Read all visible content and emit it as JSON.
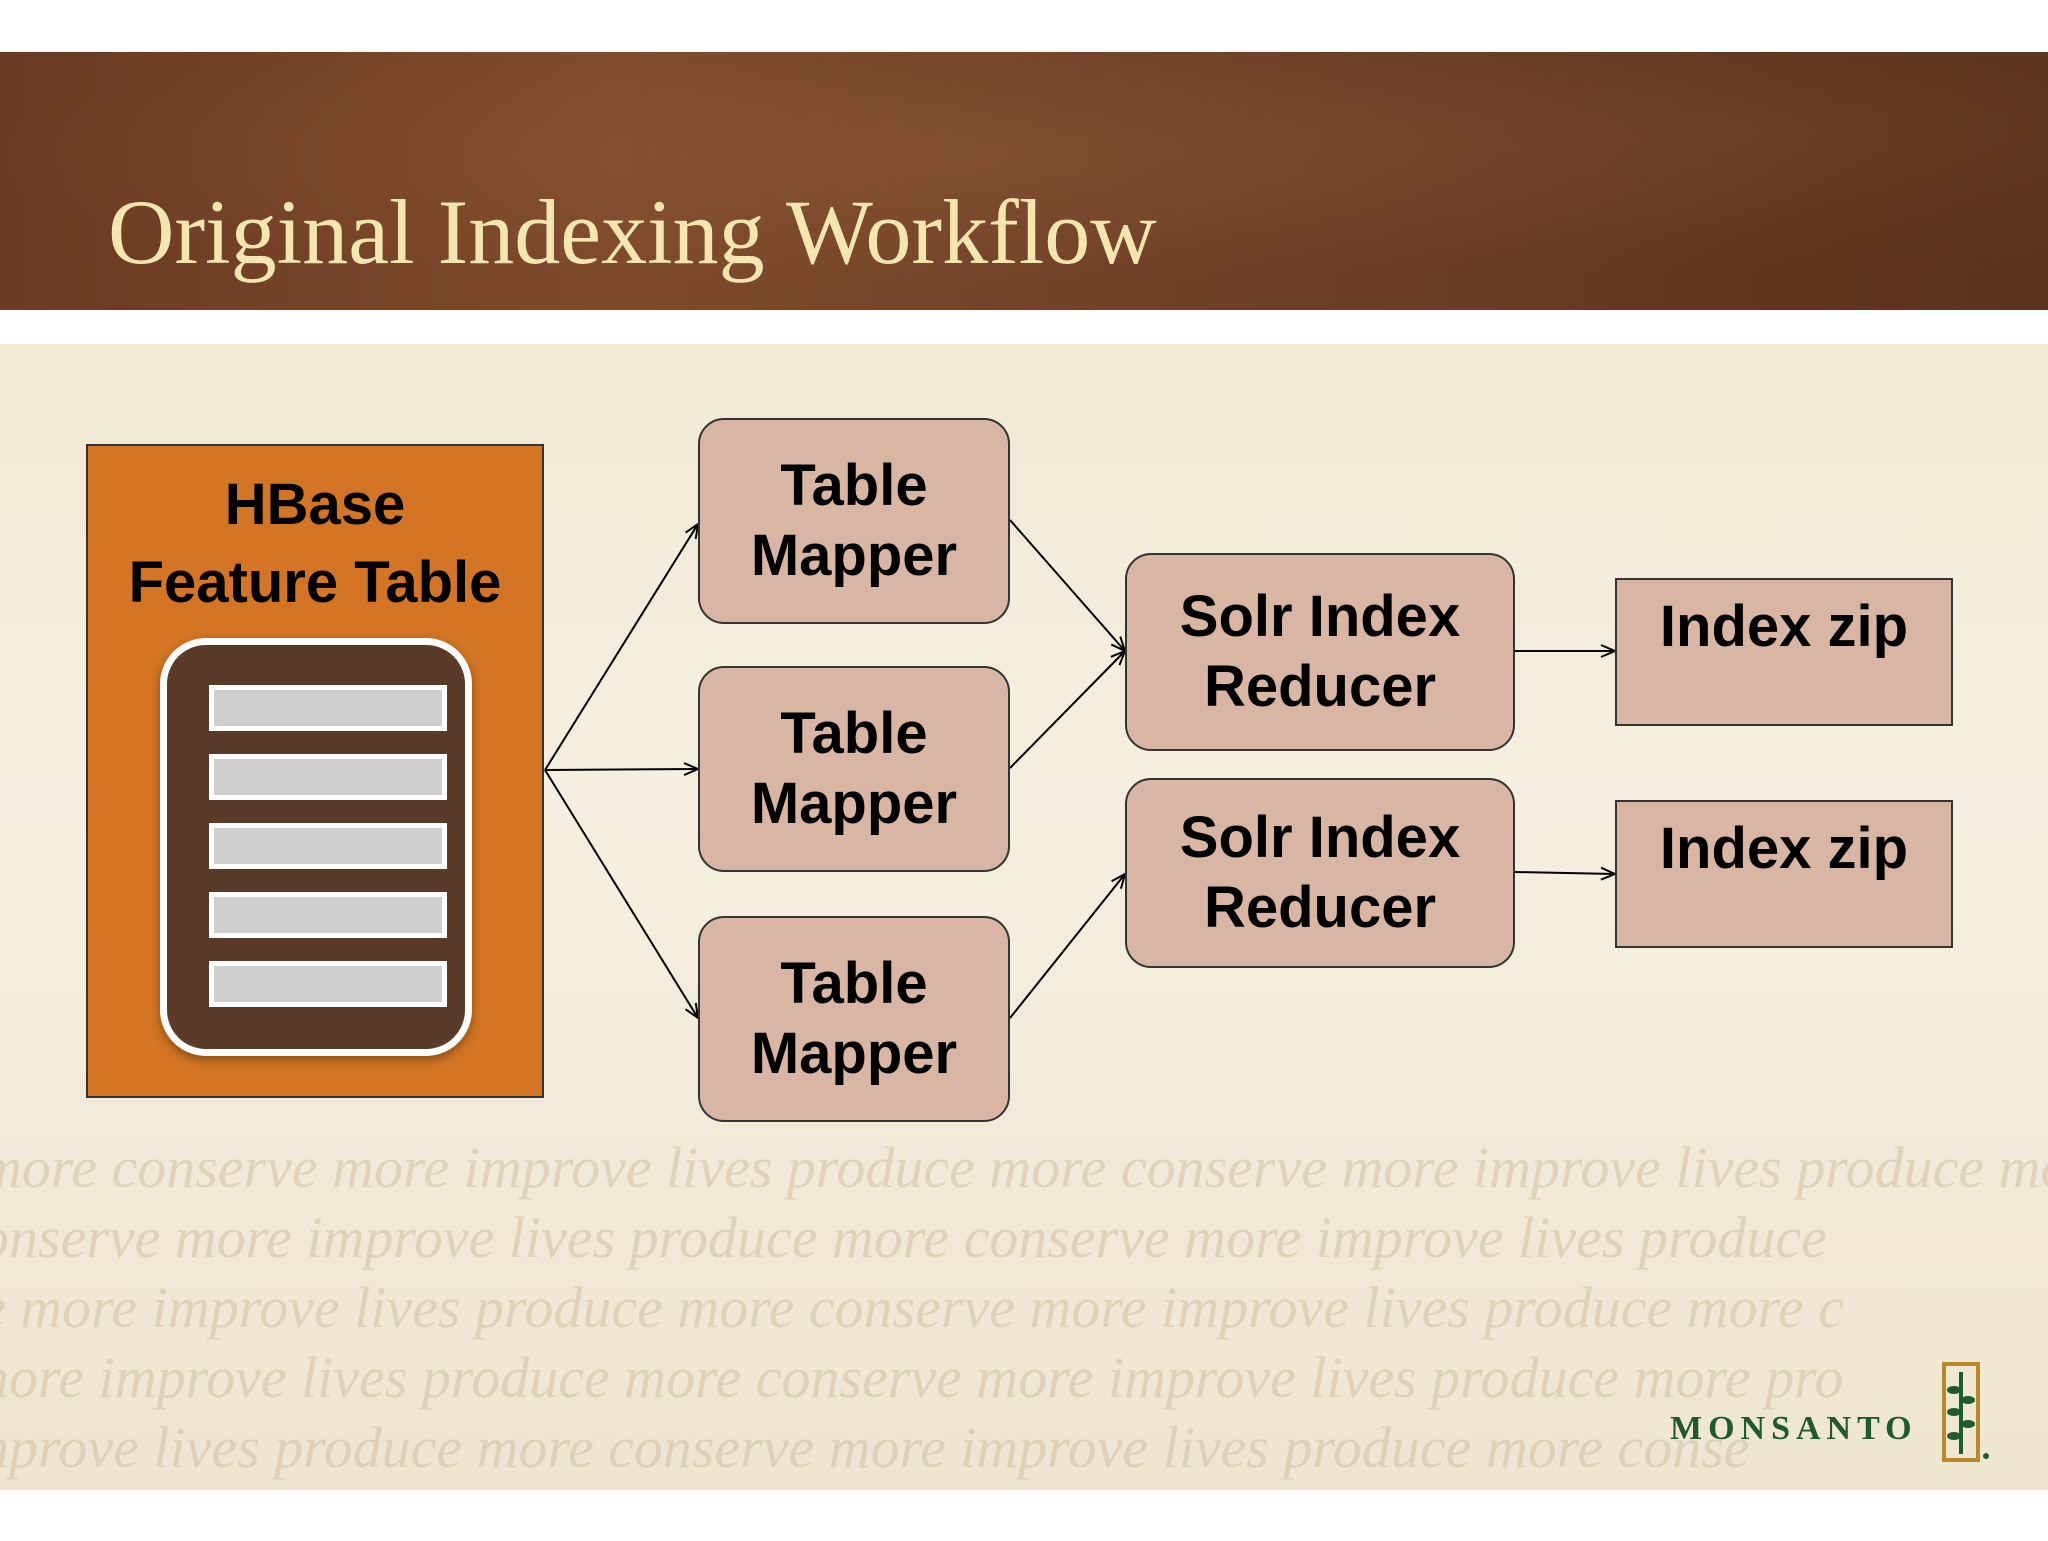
{
  "title": "Original Indexing Workflow",
  "source": {
    "line1": "HBase",
    "line2": "Feature Table"
  },
  "mappers": [
    {
      "line1": "Table",
      "line2": "Mapper"
    },
    {
      "line1": "Table",
      "line2": "Mapper"
    },
    {
      "line1": "Table",
      "line2": "Mapper"
    }
  ],
  "reducers": [
    {
      "line1": "Solr Index",
      "line2": "Reducer"
    },
    {
      "line1": "Solr Index",
      "line2": "Reducer"
    }
  ],
  "outputs": [
    {
      "label": "Index zip"
    },
    {
      "label": "Index zip"
    }
  ],
  "watermark": [
    "more conserve more improve lives produce more conserve more improve lives produce more",
    "onserve more improve lives produce more conserve more improve lives produce",
    "e more improve lives produce more conserve more improve lives produce more c",
    "nore improve lives produce more conserve more improve lives produce more pro",
    "nprove lives produce more conserve more improve lives produce more conse"
  ],
  "logo": {
    "text": "MONSANTO",
    "brand_color": "#1e5a2a"
  },
  "colors": {
    "header": "#6a3a22",
    "title": "#f5e6b0",
    "hbase_box": "#d37524",
    "node": "#d9b6a3"
  }
}
